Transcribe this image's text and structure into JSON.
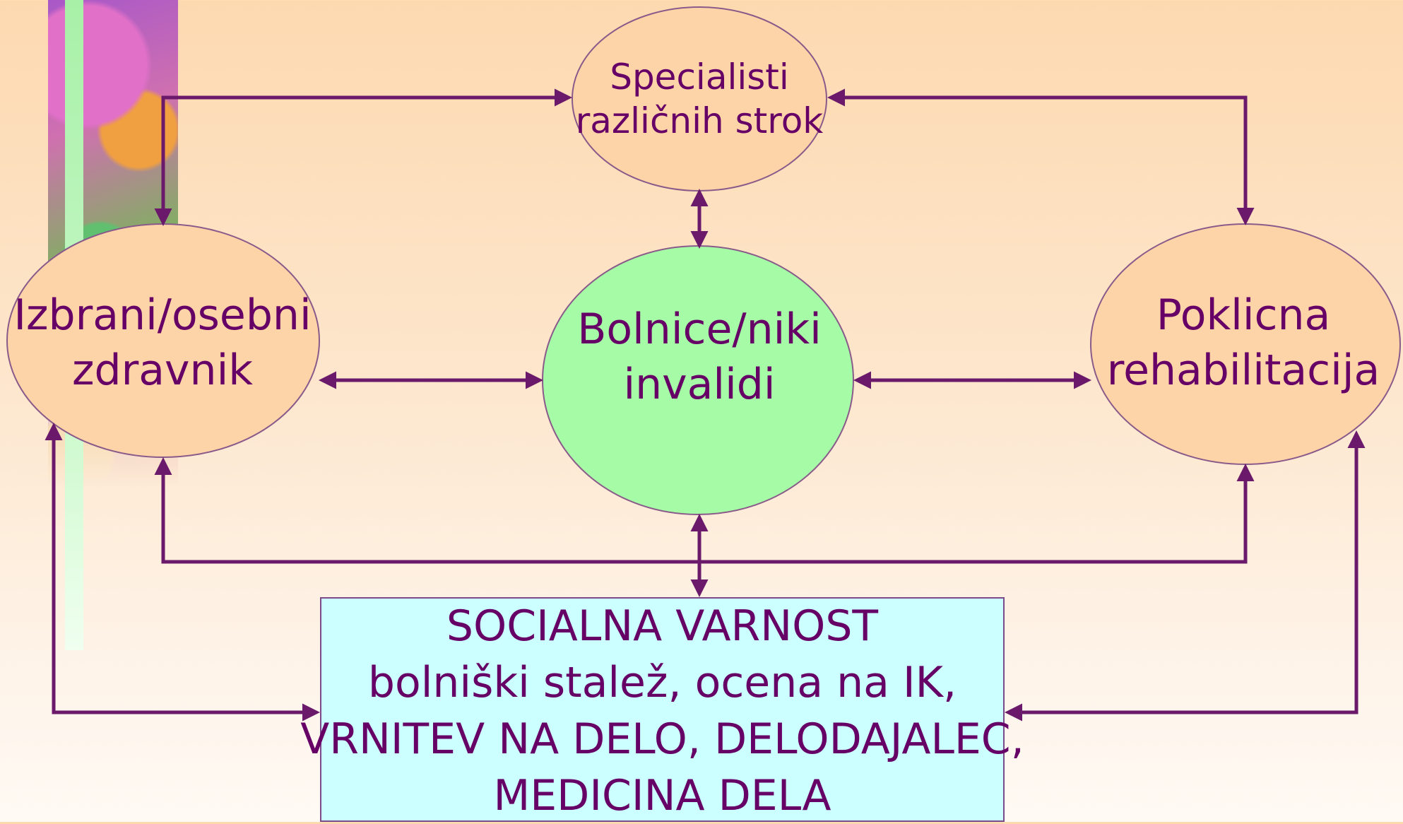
{
  "nodes": {
    "specialisti": {
      "line1": "Specialisti",
      "line2": "različnih strok"
    },
    "izbrani": {
      "line1": "Izbrani/osebni",
      "line2": "zdravnik"
    },
    "bolnice": {
      "line1": "Bolnice/niki",
      "line2": "invalidi"
    },
    "poklicna": {
      "line1": "Poklicna",
      "line2": "rehabilitacija"
    },
    "socialna": {
      "line1": "SOCIALNA VARNOST",
      "line2": "bolniški stalež, ocena na IK,",
      "line3": "VRNITEV NA DELO, DELODAJALEC,",
      "line4": "MEDICINA DELA"
    }
  },
  "colors": {
    "text": "#660066",
    "arrow": "#6b1a6b",
    "ellipse_fill": "#fdd4a8",
    "center_fill": "#a6fba6",
    "box_fill": "#ccffff"
  }
}
